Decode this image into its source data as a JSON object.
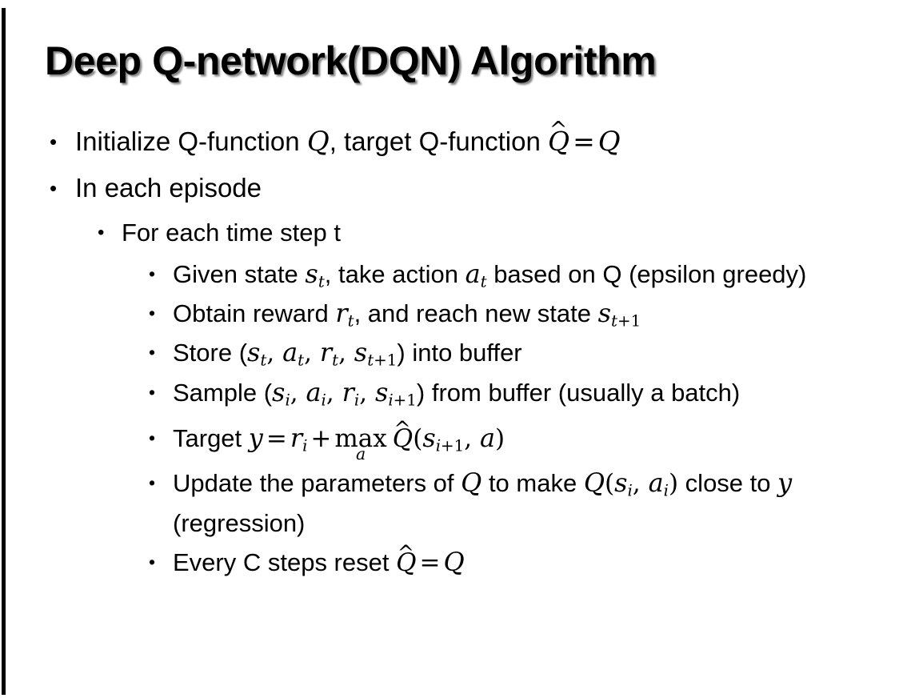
{
  "slide": {
    "title": "Deep Q-network(DQN) Algorithm",
    "background_color": "#ffffff",
    "text_color": "#000000",
    "edge_bar_color": "#000000",
    "bullet_glyph": "•"
  },
  "content": {
    "b1": {
      "level": 1,
      "pre": "Initialize Q-function ",
      "var_q1": "Q",
      "mid": ", target Q-function ",
      "hat_base": "Q",
      "hat_mark": "^",
      "equals": "=",
      "var_q2": "Q"
    },
    "b2": {
      "level": 1,
      "text": "In each episode"
    },
    "b3": {
      "level": 2,
      "text": "For each time step t"
    },
    "b4": {
      "level": 3,
      "pre": "Given state ",
      "s": "s",
      "s_sub": "t",
      "mid": ", take action ",
      "a": "a",
      "a_sub": "t",
      "post": " based on Q (epsilon greedy)"
    },
    "b5": {
      "level": 3,
      "pre": "Obtain reward ",
      "r": "r",
      "r_sub": "t",
      "mid": ", and reach new state ",
      "s": "s",
      "s_sub_var": "t",
      "s_sub_rest": "+1"
    },
    "b6": {
      "level": 3,
      "pre": "Store (",
      "s1": "s",
      "s1_sub": "t",
      "sep1": ", ",
      "a1": "a",
      "a1_sub": "t",
      "sep2": ", ",
      "r1": "r",
      "r1_sub": "t",
      "sep3": ", ",
      "s2": "s",
      "s2_sub_var": "t",
      "s2_sub_rest": "+1",
      "post": ") into buffer"
    },
    "b7": {
      "level": 3,
      "pre": "Sample (",
      "s1": "s",
      "s1_sub": "i",
      "sep1": ", ",
      "a1": "a",
      "a1_sub": "i",
      "sep2": ", ",
      "r1": "r",
      "r1_sub": "i",
      "sep3": ", ",
      "s2": "s",
      "s2_sub_var": "i",
      "s2_sub_rest": "+1",
      "post": ") from buffer (usually a batch)"
    },
    "b8": {
      "level": 3,
      "pre": "Target ",
      "y": "y",
      "equals": "=",
      "r": "r",
      "r_sub": "i",
      "plus": "+",
      "max_op": "max",
      "max_sub": "a",
      "hat_base": "Q",
      "hat_mark": "^",
      "open": "(",
      "s": "s",
      "s_sub_var": "i",
      "s_sub_rest": "+1",
      "comma": ", ",
      "a": "a",
      "close": ")"
    },
    "b9": {
      "level": 3,
      "pre": "Update the parameters of ",
      "q1": "Q",
      "mid": " to make ",
      "q2": "Q",
      "open": "(",
      "s": "s",
      "s_sub": "i",
      "comma": ", ",
      "a": "a",
      "a_sub": "i",
      "close": ")",
      "post": " close to ",
      "y": "y",
      "tail": " (regression)"
    },
    "b10": {
      "level": 3,
      "pre": "Every C steps reset ",
      "hat_base": "Q",
      "hat_mark": "^",
      "equals": "=",
      "q": "Q"
    }
  }
}
